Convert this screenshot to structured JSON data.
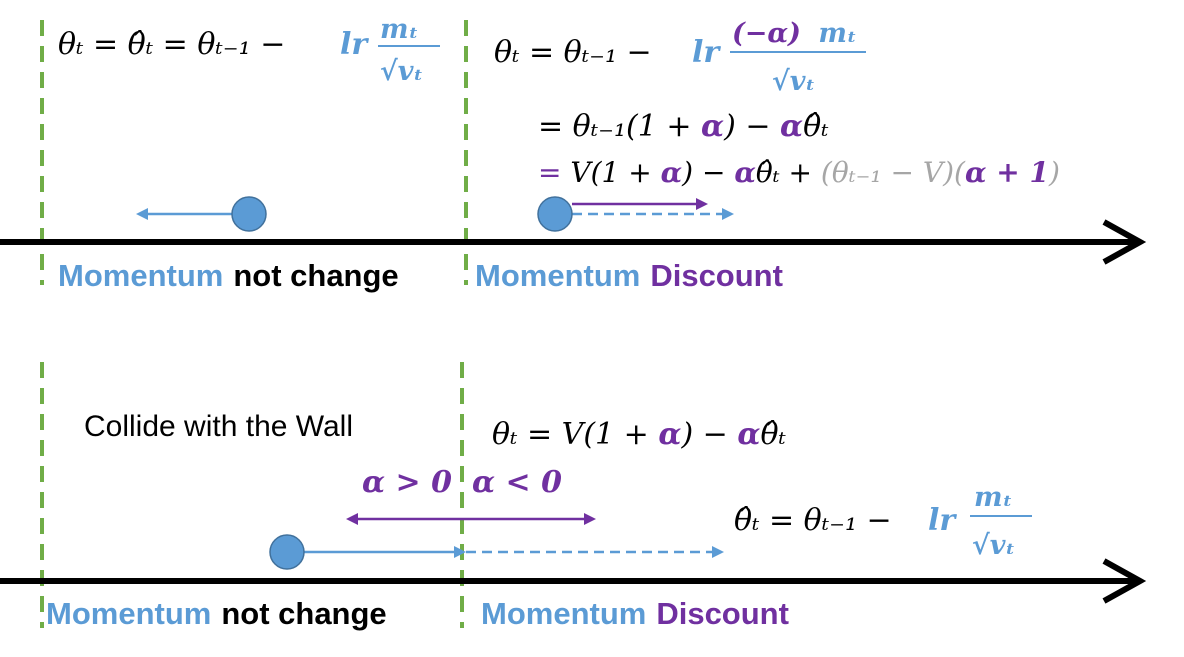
{
  "colors": {
    "blue": "#5b9bd5",
    "purple": "#7030a0",
    "black": "#000000",
    "gray": "#a6a6a6",
    "green": "#70ad47"
  },
  "top": {
    "eq_left": {
      "prefix": "θₜ = θ̂ₜ = θₜ₋₁ −",
      "lr": "lr",
      "num": "mₜ",
      "den": "√vₜ"
    },
    "eq_right_line1": {
      "prefix": "θₜ = θₜ₋₁ −",
      "lr": "lr",
      "num_alpha": "(−α)",
      "num_m": "mₜ",
      "den": "√vₜ"
    },
    "eq_right_line2": {
      "p1": "= θₜ₋₁(1 + ",
      "a1": "α",
      "p2": ") − ",
      "a2": "α",
      "p3": "θ̂ₜ"
    },
    "eq_right_line3": {
      "eq": "=",
      "p1": " V(1 + ",
      "a1": "α",
      "p2": ") − ",
      "a2": "α",
      "p3": "θ̂ₜ + ",
      "gray": "(θₜ₋₁ − V)",
      "p4": "(",
      "a3": "α + 1",
      "p5": ")"
    },
    "label_left": {
      "momentum": "Momentum",
      "rest": "not change"
    },
    "label_right": {
      "momentum": "Momentum",
      "rest": "Discount"
    }
  },
  "bottom": {
    "collide": "Collide with the Wall",
    "eq_theta": {
      "p1": "θₜ = V(1 + ",
      "a1": "α",
      "p2": ") − ",
      "a2": "α",
      "p3": "θ̂ₜ"
    },
    "alpha_pos": "α > 0",
    "alpha_neg": "α < 0",
    "eq_hat": {
      "prefix": "θ̂ₜ = θₜ₋₁ −",
      "lr": "lr",
      "num": "mₜ",
      "den": "√vₜ"
    },
    "label_left": {
      "momentum": "Momentum",
      "rest": "not change"
    },
    "label_right": {
      "momentum": "Momentum",
      "rest": "Discount"
    }
  }
}
